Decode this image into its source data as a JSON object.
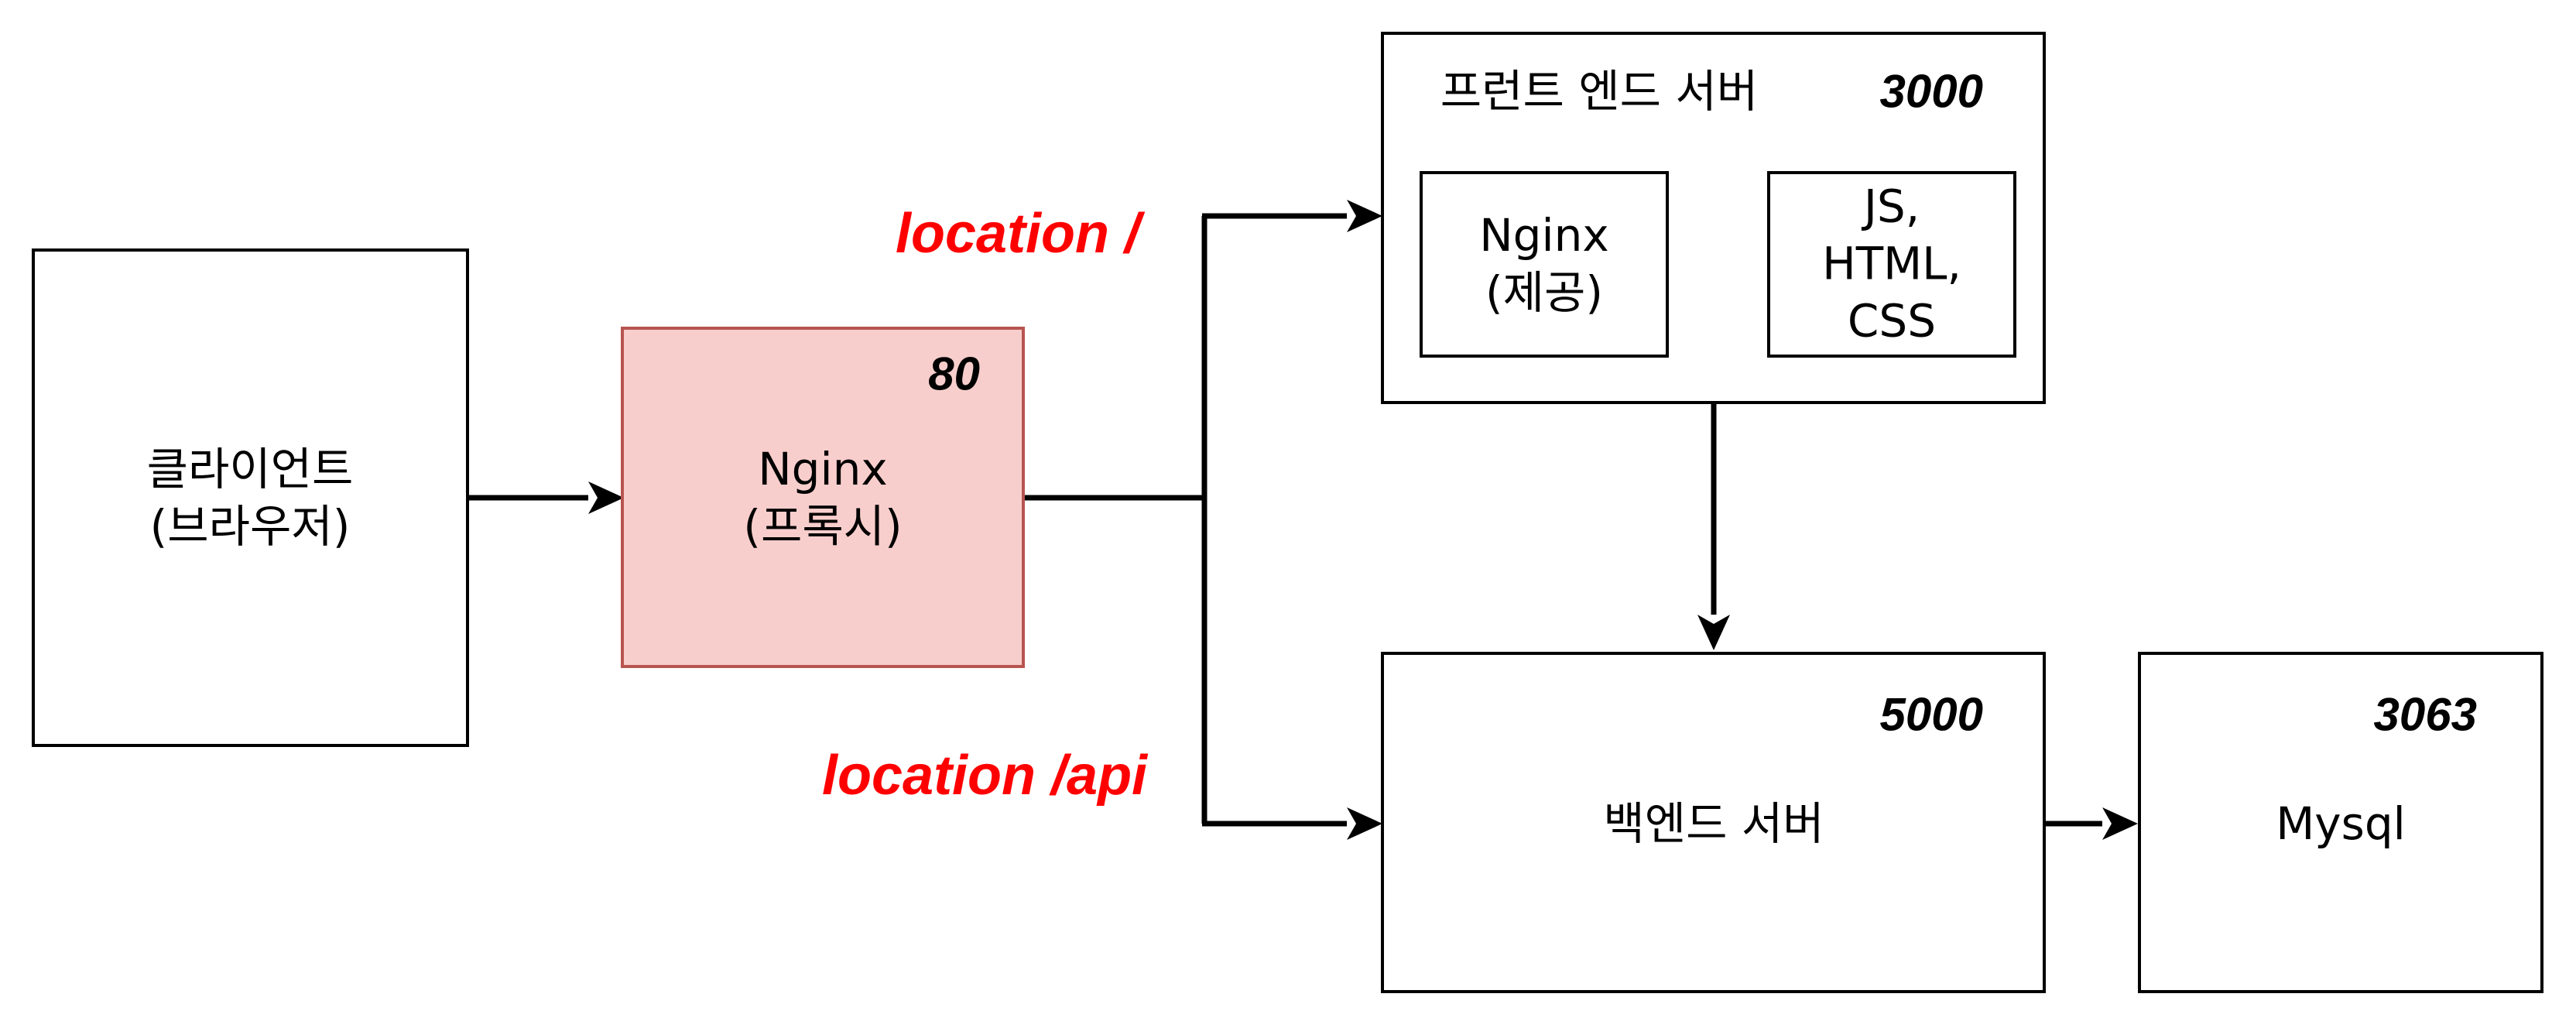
{
  "client": {
    "label": "클라이언트\n(브라우저)"
  },
  "proxy": {
    "label": "Nginx\n(프록시)",
    "port": "80",
    "fill_color": "#f8cecc",
    "stroke_color": "#b85450"
  },
  "routes": {
    "root": "location /",
    "api": "location /api",
    "color": "#ff0000"
  },
  "frontend": {
    "title": "프런트 엔드 서버",
    "port": "3000",
    "nginx_label": "Nginx\n(제공)",
    "assets_label": "JS,\nHTML,\nCSS"
  },
  "backend": {
    "label": "백엔드 서버",
    "port": "5000"
  },
  "database": {
    "label": "Mysql",
    "port": "3063"
  }
}
